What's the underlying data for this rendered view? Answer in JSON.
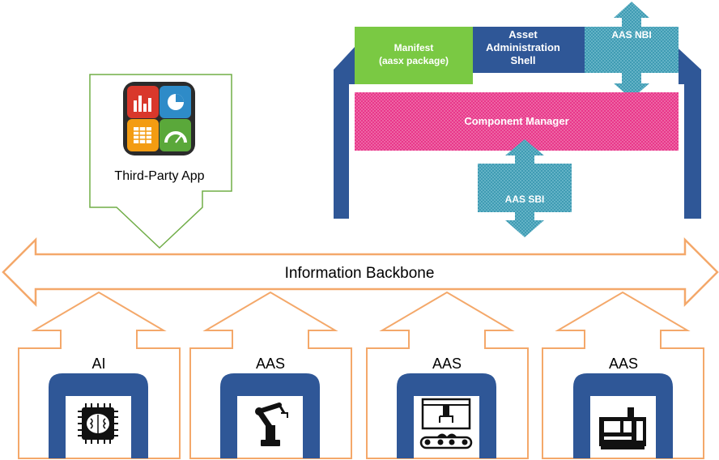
{
  "backbone": {
    "label": "Information Backbone"
  },
  "third_party": {
    "label": "Third-Party App",
    "icon": "dashboard-puzzle-icon"
  },
  "aas_structure": {
    "manifest_line1": "Manifest",
    "manifest_line2": "(aasx package)",
    "shell_line1": "Asset",
    "shell_line2": "Administration",
    "shell_line3": "Shell",
    "nbi_label": "AAS NBI",
    "component_manager_label": "Component Manager",
    "sbi_label": "AAS SBI"
  },
  "assets": [
    {
      "label": "AI",
      "icon": "ai-chip-icon"
    },
    {
      "label": "AAS",
      "icon": "robot-arm-icon"
    },
    {
      "label": "AAS",
      "icon": "pick-and-place-machine-icon"
    },
    {
      "label": "AAS",
      "icon": "cnc-machine-icon"
    }
  ],
  "colors": {
    "orange": "#f4a86a",
    "green_outline": "#70ad47",
    "navy": "#2f5797",
    "manifest_green": "#7ac943",
    "teal": "#4aa3b8",
    "magenta": "#e83e8c"
  }
}
